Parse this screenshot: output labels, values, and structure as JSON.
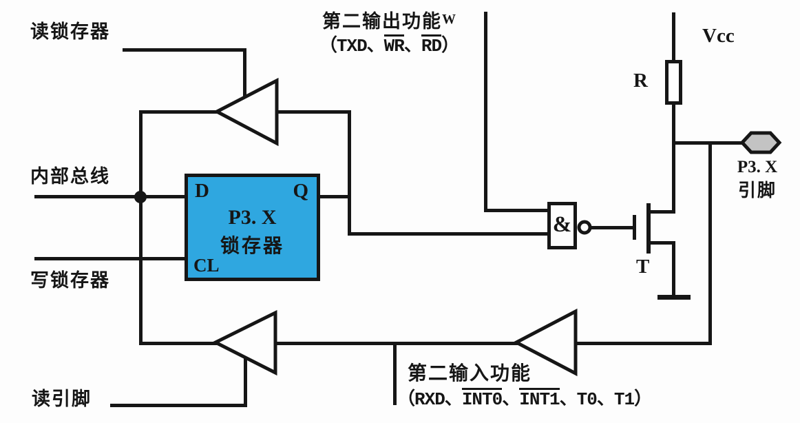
{
  "colors": {
    "line": "#161616",
    "background": "#fdfdfd",
    "latch_fill": "#2fa7e0",
    "pin_fill": "#c3c3c3",
    "text": "#161616"
  },
  "labels": {
    "read_latch": "读锁存器",
    "internal_bus": "内部总线",
    "write_latch": "写锁存器",
    "read_pin": "读引脚"
  },
  "second_output": {
    "title": "第二输出功能",
    "w": "W",
    "signals": {
      "open": "（TXD、",
      "wr": "WR",
      "sep": "、",
      "rd": "RD",
      "close": "）"
    }
  },
  "second_input": {
    "title": "第二输入功能",
    "signals": {
      "open": "（RXD、",
      "int0": "INT0",
      "sep": "、",
      "int1": "INT1",
      "rest": "、T0、T1）"
    }
  },
  "components": {
    "vcc": "Vcc",
    "resistor": "R",
    "transistor": "T",
    "nand": "&"
  },
  "pin": {
    "name": "P3. X",
    "word": "引脚"
  },
  "latch": {
    "title1": "P3. X",
    "title2": "锁存器",
    "d": "D",
    "q": "Q",
    "cl": "CL"
  }
}
